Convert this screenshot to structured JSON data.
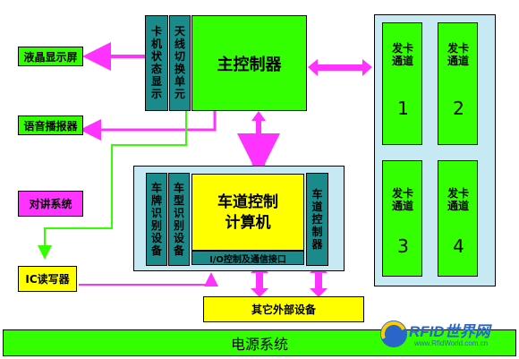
{
  "blocks": {
    "lcd": "液晶显示屏",
    "voice": "语音播报器",
    "intercom": "对讲系统",
    "ic": "IC读写器",
    "card_status": "卡机状态显示",
    "antenna": "天线切换单元",
    "main_controller": "主控制器",
    "plate": "车牌识别设备",
    "model": "车型识别设备",
    "lane_computer_line1": "车道控制",
    "lane_computer_line2": "计算机",
    "io_bus": "I/O控制及通信接口",
    "lane_controller": "车道控制器",
    "other_devices": "其它外部设备",
    "power": "电源系统"
  },
  "channels": [
    {
      "title": "发卡通道",
      "num": "1"
    },
    {
      "title": "发卡通道",
      "num": "2"
    },
    {
      "title": "发卡通道",
      "num": "3"
    },
    {
      "title": "发卡通道",
      "num": "4"
    }
  ],
  "watermark": {
    "brand": "RFID世界网",
    "url": "www.RfidWorld.com.cn"
  },
  "colors": {
    "green": "#33ff00",
    "teal": "#1a8a8a",
    "magenta": "#ff33ff",
    "yellow": "#ffff00",
    "panel": "#c7e9f3"
  }
}
